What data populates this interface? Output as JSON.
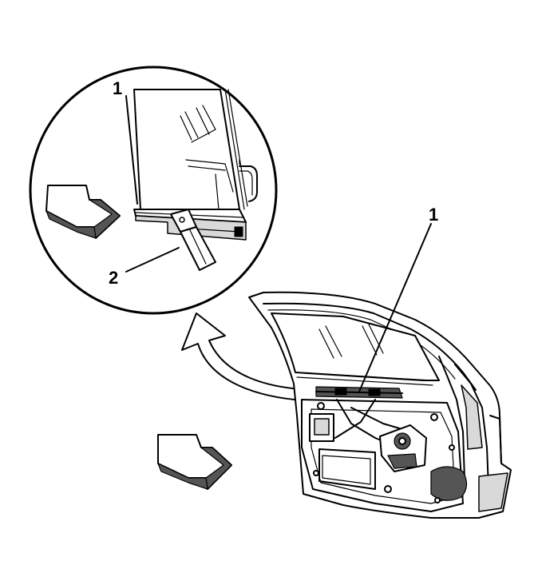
{
  "callouts": {
    "detail_label_1": "1",
    "detail_label_2": "2",
    "door_label_1": "1"
  }
}
